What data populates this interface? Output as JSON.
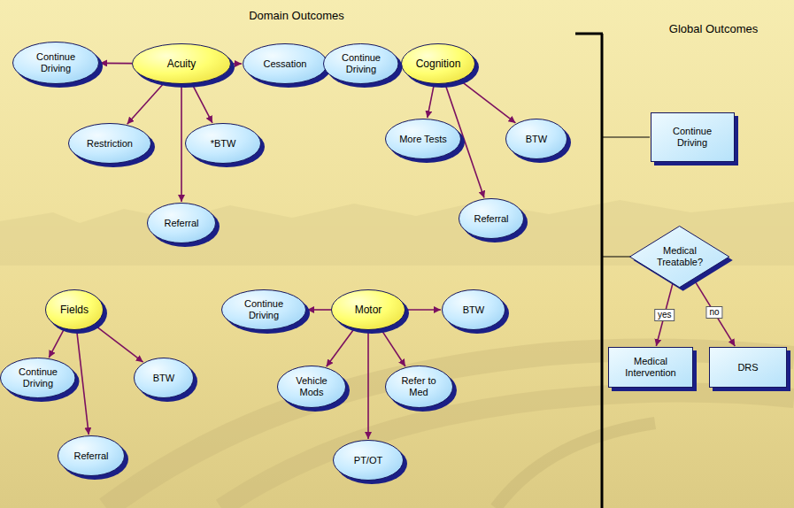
{
  "diagram": {
    "nodes": [
      {
        "text": [
          "Acuity"
        ]
      },
      {
        "text": [
          "Continue Driving"
        ]
      },
      {
        "text": [
          "Cessation"
        ]
      },
      {
        "text": [
          "Restriction"
        ]
      },
      {
        "text": [
          "*BTW"
        ]
      },
      {
        "text": [
          "Referral"
        ]
      },
      {
        "text": [
          "Cognition"
        ]
      },
      {
        "text": [
          "Continue Driving"
        ]
      },
      {
        "text": [
          "More Tests"
        ]
      },
      {
        "text": [
          "BTW"
        ]
      },
      {
        "text": [
          "Referral"
        ]
      },
      {
        "text": [
          "Fields"
        ]
      },
      {
        "text": [
          "Continue Driving"
        ]
      },
      {
        "text": [
          "BTW"
        ]
      },
      {
        "text": [
          "Referral"
        ]
      },
      {
        "text": [
          "Motor"
        ]
      },
      {
        "text": [
          "Continue Driving"
        ]
      },
      {
        "text": [
          "BTW"
        ]
      },
      {
        "text": [
          "Vehicle Mods"
        ]
      },
      {
        "text": [
          "Refer to Med"
        ]
      },
      {
        "text": [
          "PT/OT"
        ]
      },
      {
        "text": [
          "Continue Driving"
        ]
      },
      {
        "text": [
          "Medical Treatable?"
        ]
      },
      {
        "text": [
          "Medical Intervention"
        ]
      },
      {
        "text": [
          "DRS"
        ]
      }
    ],
    "edges": [
      {
        "from": 0,
        "to": 1,
        "arrow": "to"
      },
      {
        "from": 0,
        "to": 2,
        "arrow": "to"
      },
      {
        "from": 0,
        "to": 3,
        "arrow": "to"
      },
      {
        "from": 0,
        "to": 4,
        "arrow": "to"
      },
      {
        "from": 0,
        "to": 5,
        "arrow": "to"
      },
      {
        "from": 6,
        "to": 7,
        "arrow": "to"
      },
      {
        "from": 6,
        "to": 8,
        "arrow": "to"
      },
      {
        "from": 6,
        "to": 9,
        "arrow": "to"
      },
      {
        "from": 6,
        "to": 10,
        "arrow": "to"
      },
      {
        "from": 11,
        "to": 12,
        "arrow": "to"
      },
      {
        "from": 11,
        "to": 13,
        "arrow": "to"
      },
      {
        "from": 11,
        "to": 14,
        "arrow": "to"
      },
      {
        "from": 15,
        "to": 16,
        "arrow": "to"
      },
      {
        "from": 15,
        "to": 17,
        "arrow": "to"
      },
      {
        "from": 15,
        "to": 18,
        "arrow": "to"
      },
      {
        "from": 15,
        "to": 19,
        "arrow": "to"
      },
      {
        "from": 15,
        "to": 20,
        "arrow": "to"
      },
      {
        "from": 22,
        "to": 23,
        "label": "yes",
        "arrow": "to"
      },
      {
        "from": 22,
        "to": 24,
        "label": "no",
        "arrow": "to"
      }
    ],
    "labels": [
      "Domain Outcomes",
      "Global Outcomes"
    ]
  }
}
